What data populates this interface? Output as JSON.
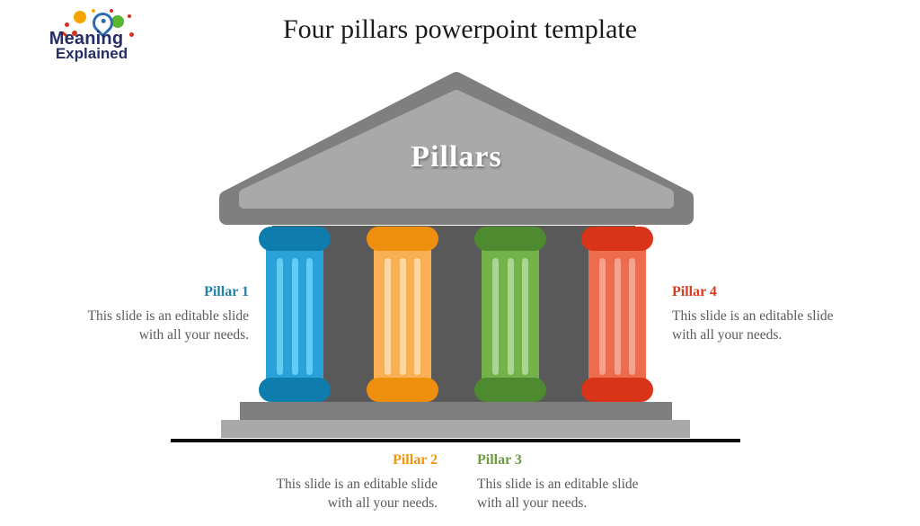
{
  "logo": {
    "line1": "Meaning",
    "line2": "Explained",
    "text_color": "#252e63",
    "art_colors": {
      "orange": "#f6a500",
      "green": "#5cb533",
      "red": "#d5301f",
      "blue_outline": "#2a6db5"
    }
  },
  "title": "Four pillars powerpoint template",
  "temple": {
    "pediment_label": "Pillars",
    "pediment_fill": "#a9a9a9",
    "pediment_border": "#7f7f7f",
    "wall_color": "#595959",
    "upper_step_color": "#7f7f7f",
    "lower_step_color": "#a9a9a9",
    "baseline_color": "#0d0d0d"
  },
  "pillars": [
    {
      "label": "Pillar 1",
      "description": "This slide is an editable slide with all your needs.",
      "colors": {
        "cap": "#0e7dad",
        "body": "#2aa2d8",
        "stripe": "#63ccf2",
        "label": "#2380a6"
      }
    },
    {
      "label": "Pillar 2",
      "description": "This slide is an editable slide with all your needs.",
      "colors": {
        "cap": "#ef8f0e",
        "body": "#f9b055",
        "stripe": "#fcd9a4",
        "label": "#f0930f"
      }
    },
    {
      "label": "Pillar 3",
      "description": "This slide is an editable slide with all your needs.",
      "colors": {
        "cap": "#4e8a2f",
        "body": "#72b44a",
        "stripe": "#aad693",
        "label": "#6b9a41"
      }
    },
    {
      "label": "Pillar 4",
      "description": "This slide is an editable slide with all your needs.",
      "colors": {
        "cap": "#d93417",
        "body": "#ee6c4e",
        "stripe": "#f5a290",
        "label": "#d93b1d"
      }
    }
  ]
}
